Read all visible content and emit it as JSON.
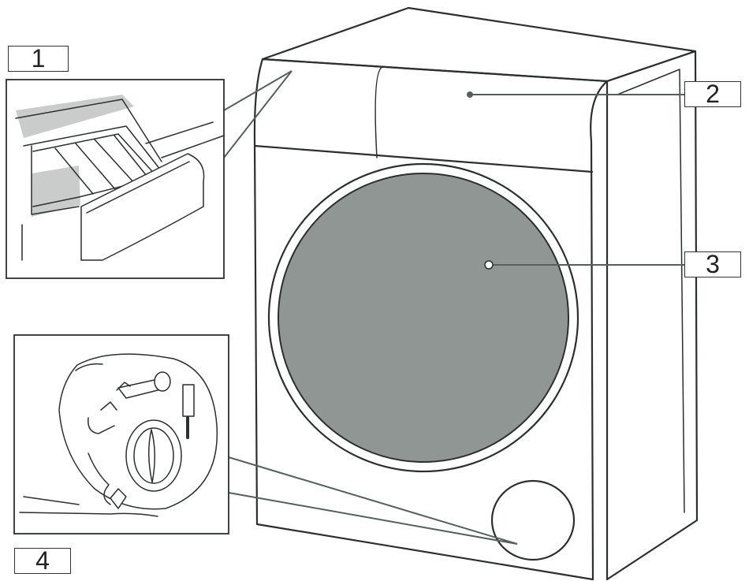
{
  "callouts": [
    {
      "id": "1",
      "label": "1",
      "part": "detergent-drawer"
    },
    {
      "id": "2",
      "label": "2",
      "part": "control-panel"
    },
    {
      "id": "3",
      "label": "3",
      "part": "door"
    },
    {
      "id": "4",
      "label": "4",
      "part": "drain-pump-cover"
    }
  ],
  "colors": {
    "outline": "#2b2f2d",
    "door_glass": "#8f9694",
    "drawer_shadow": "#c9ccca",
    "leader": "#55605c",
    "background": "#ffffff"
  }
}
